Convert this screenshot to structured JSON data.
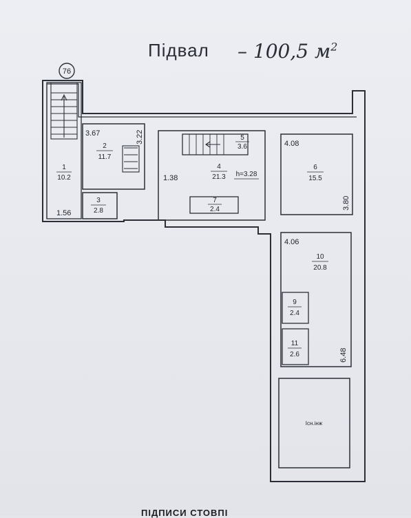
{
  "header": {
    "title": "Підвал",
    "area": "– 100,5 м",
    "area_sup": "2"
  },
  "stair_marker": "76",
  "rooms": [
    {
      "id": "1",
      "area": "10.2"
    },
    {
      "id": "2",
      "area": "11.7"
    },
    {
      "id": "3",
      "area": "2.8"
    },
    {
      "id": "4",
      "area": "21.3"
    },
    {
      "id": "5",
      "area": "3.6"
    },
    {
      "id": "6",
      "area": "15.5"
    },
    {
      "id": "7",
      "area": "2.4"
    },
    {
      "id": "9",
      "area": "2.4"
    },
    {
      "id": "10",
      "area": "20.8"
    },
    {
      "id": "11",
      "area": "2.6"
    }
  ],
  "height_label": "h=3.28",
  "dimensions": {
    "d_156": "1.56",
    "d_367": "3.67",
    "d_322": "3.22",
    "d_138": "1.38",
    "d_408": "4.08",
    "d_380": "3.80",
    "d_406": "4.06",
    "d_648": "6.48"
  },
  "other_label": "Існ.інж",
  "footer": "ПІДПИСИ СТОВПІ"
}
